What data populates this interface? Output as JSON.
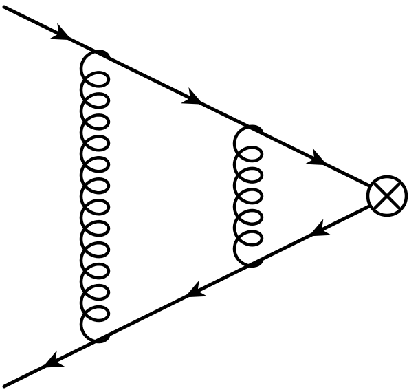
{
  "diagram": {
    "type": "feynman-diagram",
    "ink_color": "#000000",
    "background_color": "#ffffff",
    "fermion_lines": [
      {
        "name": "incoming-upper-fermion",
        "arrow": "toward-vertex",
        "arrows": 3
      },
      {
        "name": "outgoing-lower-fermion",
        "arrow": "away-from-vertex",
        "arrows": 3
      }
    ],
    "gluon_lines": [
      {
        "name": "outer-gluon",
        "connects": [
          "upper-fermion",
          "lower-fermion"
        ],
        "loops": 13
      },
      {
        "name": "inner-gluon",
        "connects": [
          "upper-fermion",
          "lower-fermion"
        ],
        "loops": 6
      }
    ],
    "vertices": [
      {
        "name": "operator-insertion",
        "symbol": "circle-times"
      }
    ]
  }
}
